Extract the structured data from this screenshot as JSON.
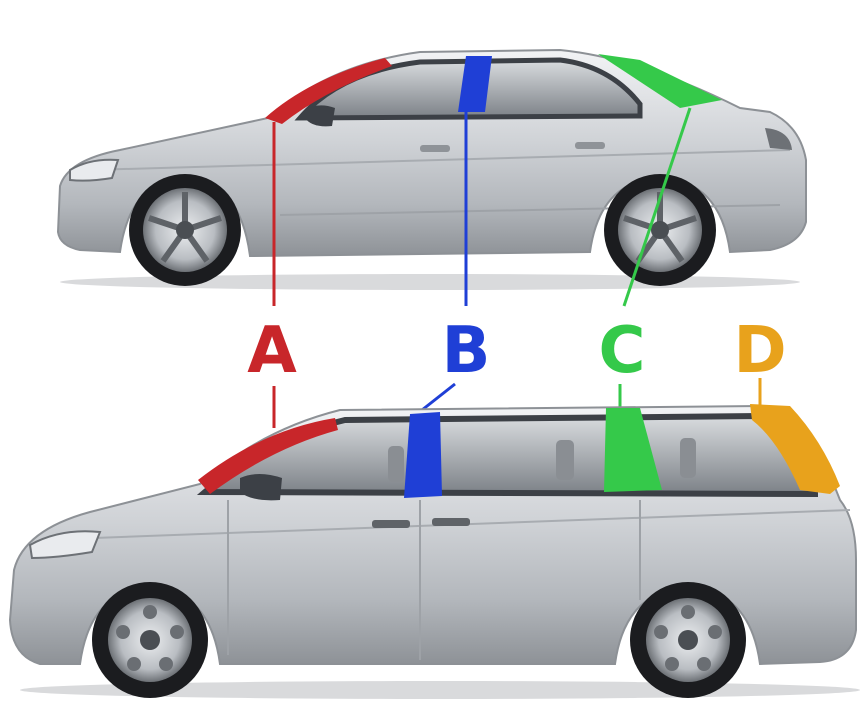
{
  "pillars": [
    {
      "letter": "A",
      "color": "#c8262a"
    },
    {
      "letter": "B",
      "color": "#1f3fd6"
    },
    {
      "letter": "C",
      "color": "#35c94a"
    },
    {
      "letter": "D",
      "color": "#e8a21c"
    }
  ],
  "vehicles": {
    "top": "sedan",
    "bottom": "minivan"
  },
  "colors": {
    "body_silver": "#c9ccd0",
    "window_dark": "#3c4046",
    "tire": "#1b1c1f"
  }
}
